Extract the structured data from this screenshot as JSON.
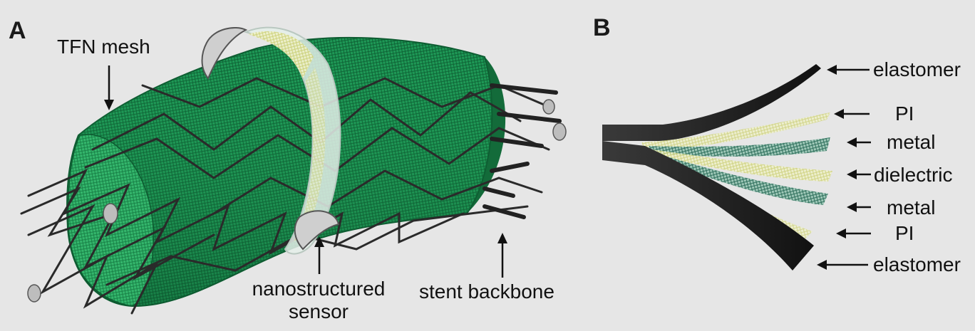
{
  "panel_a": {
    "letter": "A",
    "labels": {
      "tfn_mesh": "TFN mesh",
      "sensor_line1": "nanostructured",
      "sensor_line2": "sensor",
      "stent_backbone": "stent backbone"
    }
  },
  "panel_b": {
    "letter": "B",
    "layers": [
      "elastomer",
      "PI",
      "metal",
      "dielectric",
      "metal",
      "PI",
      "elastomer"
    ]
  },
  "colors": {
    "background": "#e6e6e6",
    "mesh_green": "#1f9a57",
    "wire_dark": "#2b2b2b",
    "sensor_band": "#dfe9e4",
    "pi_yellow": "#d7d98a",
    "metal_teal": "#2f7a66"
  }
}
